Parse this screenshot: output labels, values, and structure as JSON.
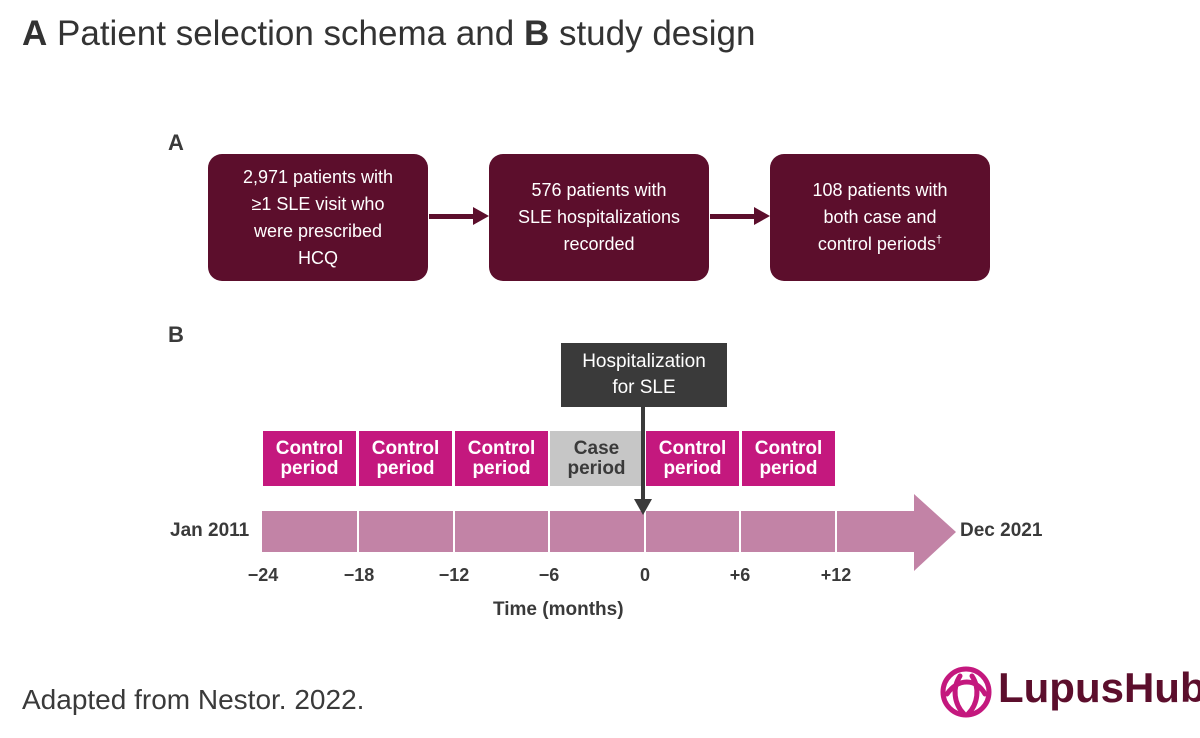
{
  "title": {
    "part_a_letter": "A",
    "part_a_text": " Patient selection schema and ",
    "part_b_letter": "B",
    "part_b_text": " study design"
  },
  "section_a": {
    "label": "A",
    "boxes": [
      {
        "text": "2,971 patients with\n≥1 SLE visit who\nwere prescribed\nHCQ",
        "sup": ""
      },
      {
        "text": "576 patients with\nSLE hospitalizations\nrecorded",
        "sup": ""
      },
      {
        "text": "108 patients with\nboth case and\ncontrol periods",
        "sup": "†"
      }
    ]
  },
  "section_b": {
    "label": "B",
    "event_box": "Hospitalization\nfor SLE",
    "periods": [
      {
        "label": "Control\nperiod",
        "kind": "control"
      },
      {
        "label": "Control\nperiod",
        "kind": "control"
      },
      {
        "label": "Control\nperiod",
        "kind": "control"
      },
      {
        "label": "Case\nperiod",
        "kind": "case"
      },
      {
        "label": "Control\nperiod",
        "kind": "control"
      },
      {
        "label": "Control\nperiod",
        "kind": "control"
      }
    ],
    "timeline_start": "Jan 2011",
    "timeline_end": "Dec 2021",
    "ticks": [
      "−24",
      "−18",
      "−12",
      "−6",
      "0",
      "+6",
      "+12"
    ],
    "axis_label": "Time (months)"
  },
  "source": "Adapted from Nestor. 2022.",
  "logo": {
    "text": "LupusHub"
  },
  "colors": {
    "flow_box": "#5c0e2c",
    "control_period": "#c4187e",
    "case_period": "#c6c6c6",
    "timeline_bar": "#c283a6",
    "event_box": "#3a3a3a",
    "logo_accent": "#c4187e"
  }
}
